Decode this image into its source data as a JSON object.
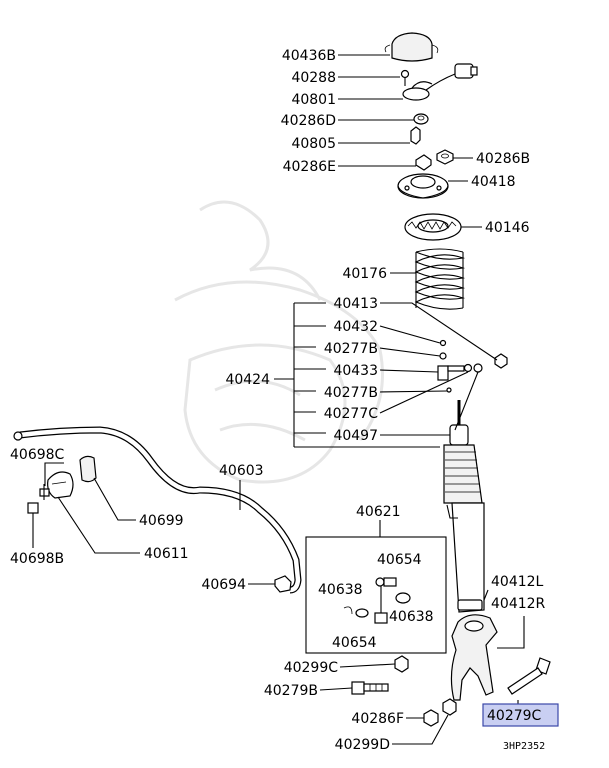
{
  "labels": {
    "p40436B": "40436B",
    "p40288": "40288",
    "p40801": "40801",
    "p40286D": "40286D",
    "p40805": "40805",
    "p40286E": "40286E",
    "p40286B": "40286B",
    "p40418": "40418",
    "p40146": "40146",
    "p40176": "40176",
    "p40413": "40413",
    "p40432": "40432",
    "p40277B_1": "40277B",
    "p40433": "40433",
    "p40424": "40424",
    "p40277B_2": "40277B",
    "p40277C": "40277C",
    "p40497": "40497",
    "p40698C": "40698C",
    "p40603": "40603",
    "p40699": "40699",
    "p40698B": "40698B",
    "p40611": "40611",
    "p40621": "40621",
    "p40654_1": "40654",
    "p40694": "40694",
    "p40638_1": "40638",
    "p40638_2": "40638",
    "p40654_2": "40654",
    "p40412L": "40412L",
    "p40412R": "40412R",
    "p40299C": "40299C",
    "p40279B": "40279B",
    "p40286F": "40286F",
    "p40279C": "40279C",
    "p40299D": "40299D"
  },
  "drawing_code": "3HP2352",
  "highlight_color": "#c9cff2"
}
